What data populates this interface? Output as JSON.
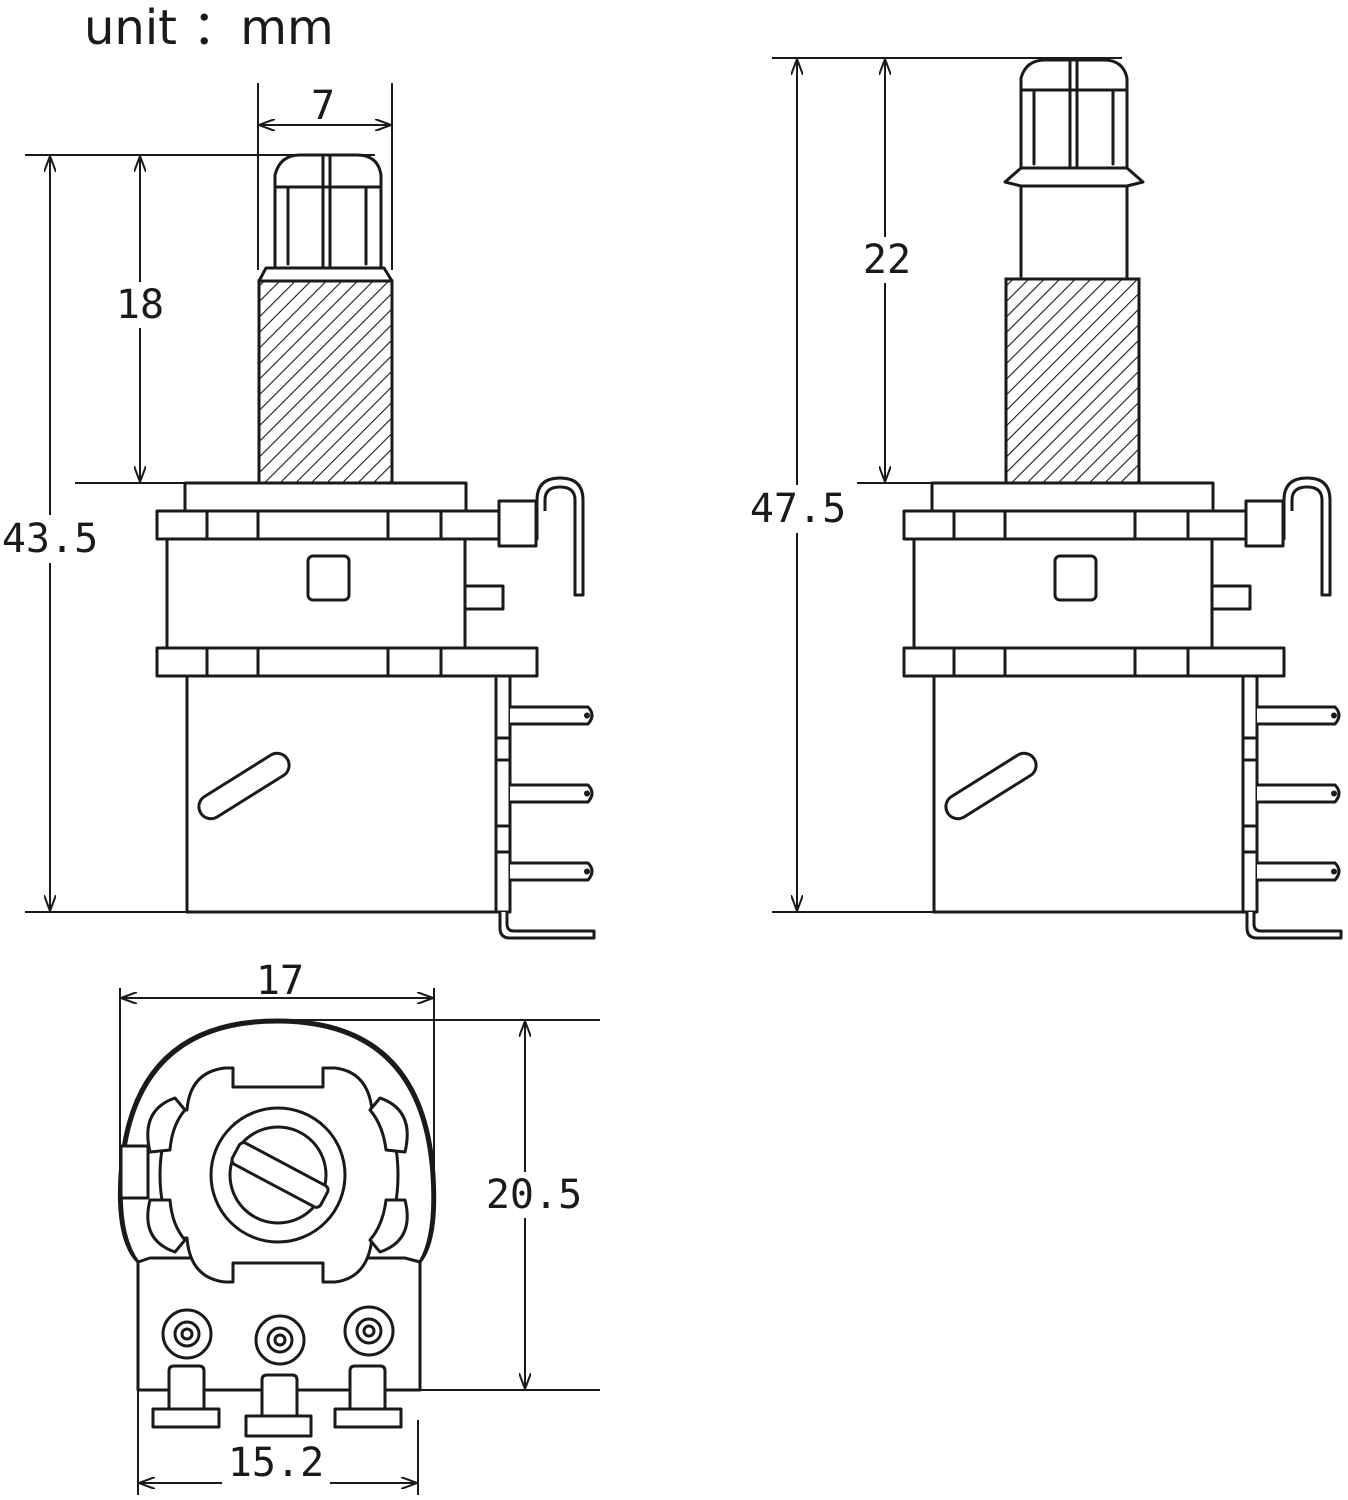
{
  "unit_label": "unit ：mm",
  "views": {
    "short_shaft": {
      "dim_width": "7",
      "dim_shaft": "18",
      "dim_total": "43.5"
    },
    "long_shaft": {
      "dim_shaft": "22",
      "dim_total": "47.5"
    },
    "bottom_view": {
      "dim_width": "17",
      "dim_height": "20.5",
      "dim_pin_span": "15.2"
    }
  },
  "colors": {
    "line": "#1a1a1a",
    "background": "#ffffff"
  }
}
